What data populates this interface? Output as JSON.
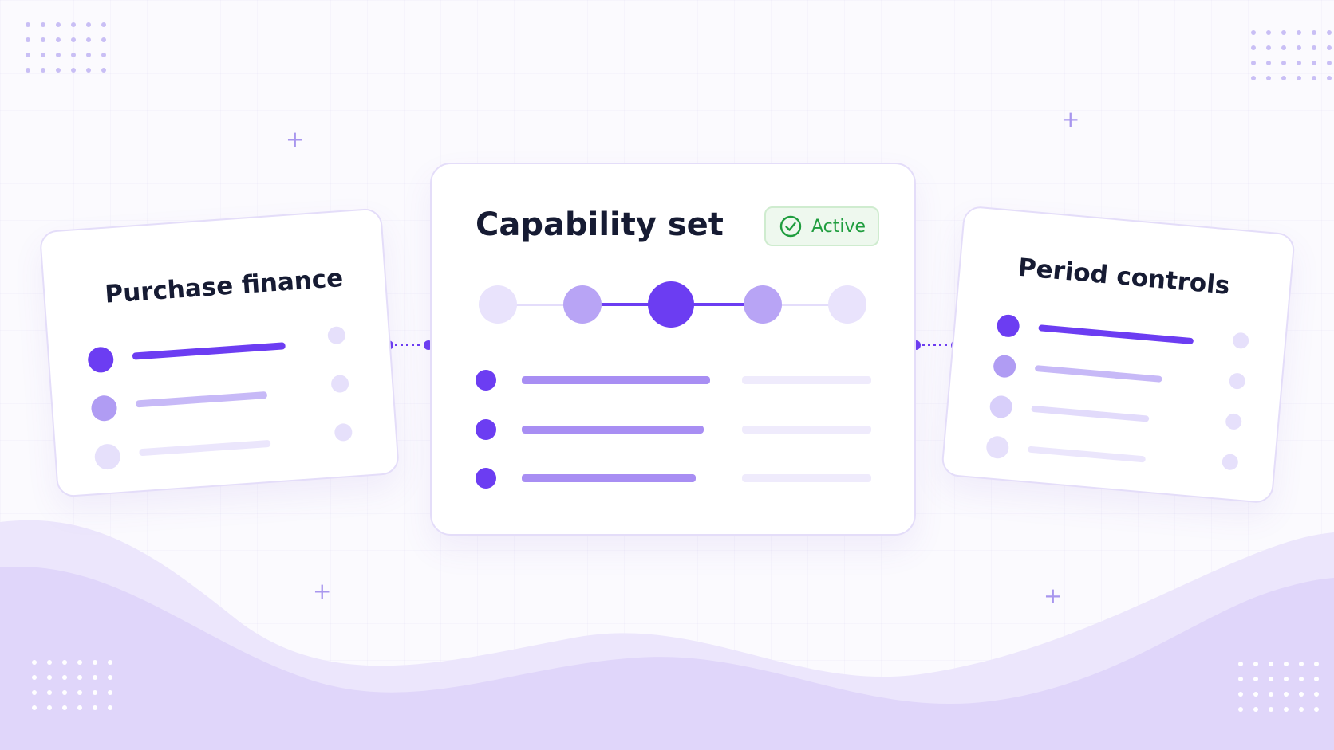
{
  "cards": {
    "left": {
      "title": "Purchase finance"
    },
    "center": {
      "title": "Capability set",
      "status": "Active"
    },
    "right": {
      "title": "Period controls"
    }
  },
  "icons": {
    "status": "check-circle-icon",
    "decoration": "plus-icon"
  },
  "colors": {
    "accent": "#6c3df2",
    "accent_light": "#b09cf3",
    "status_green": "#1f9d3e",
    "background": "#fbfafe"
  }
}
